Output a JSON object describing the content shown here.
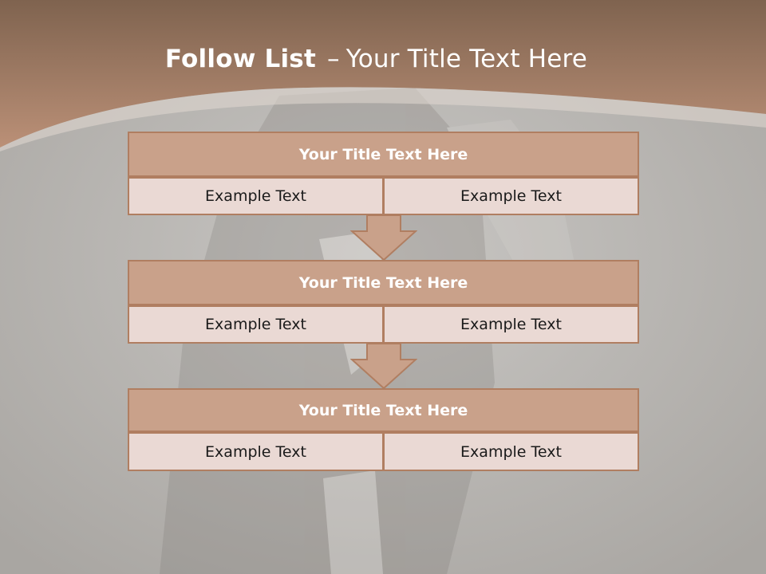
{
  "slide": {
    "title_bold": "Follow List",
    "title_dash": "–",
    "title_rest": "Your Title Text Here"
  },
  "colors": {
    "header_brown": "#a9806a",
    "box_title_fill": "#c9a18a",
    "box_border": "#b07e61",
    "cell_fill": "#ead9d4",
    "background_gray": "#b8b5b1"
  },
  "steps": [
    {
      "title": "Your Title Text Here",
      "left_text": "Example Text",
      "right_text": "Example Text"
    },
    {
      "title": "Your Title Text Here",
      "left_text": "Example Text",
      "right_text": "Example Text"
    },
    {
      "title": "Your Title Text Here",
      "left_text": "Example Text",
      "right_text": "Example Text"
    }
  ]
}
